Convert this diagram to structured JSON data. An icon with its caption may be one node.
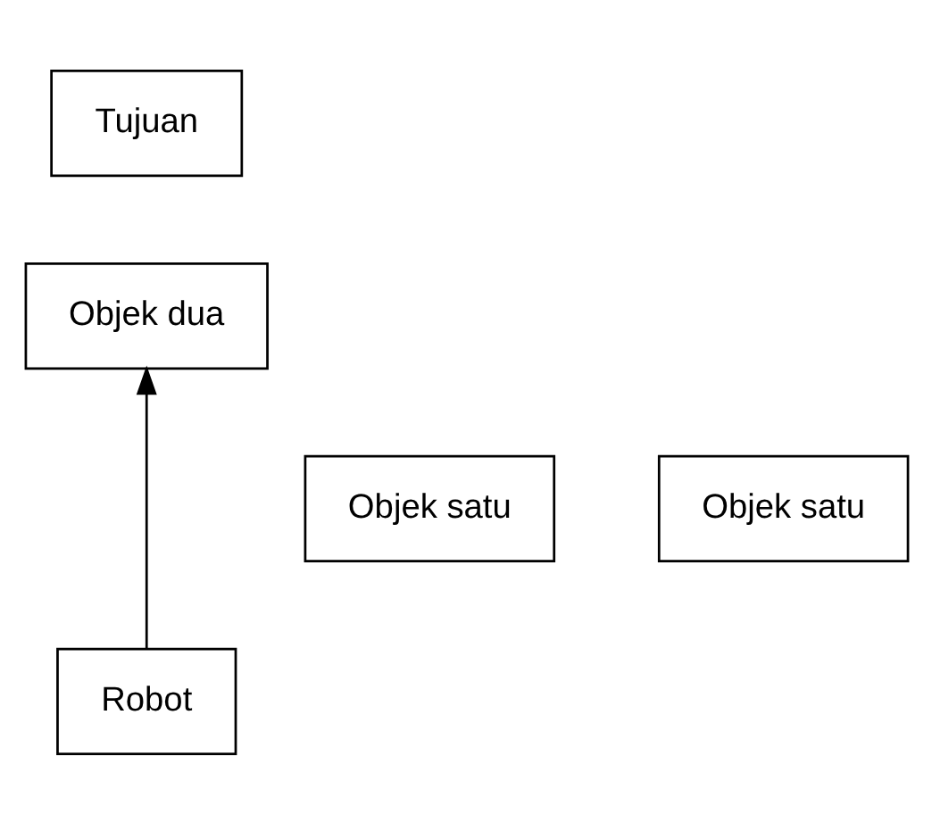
{
  "diagram": {
    "nodes": [
      {
        "text": [
          "Tujuan"
        ]
      },
      {
        "text": [
          "Objek dua"
        ]
      },
      {
        "text": [
          "Objek satu"
        ]
      },
      {
        "text": [
          "Objek satu"
        ]
      },
      {
        "text": [
          "Robot"
        ]
      }
    ],
    "edges": [
      {
        "from": 4,
        "to": 1,
        "arrow": "to"
      }
    ]
  }
}
